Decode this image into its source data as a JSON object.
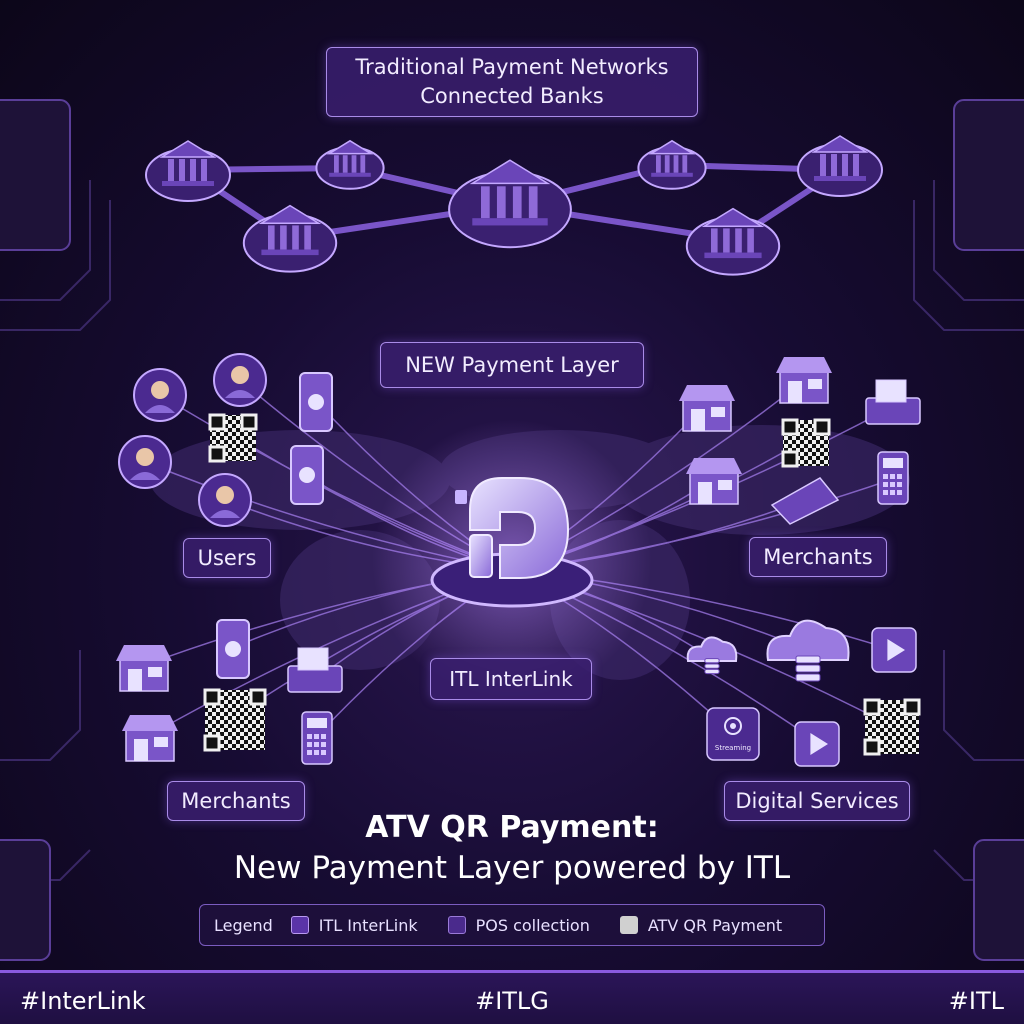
{
  "title": {
    "line1": "Traditional Payment Networks",
    "line2": "Connected Banks"
  },
  "labels": {
    "new_layer": "NEW Payment Layer",
    "users": "Users",
    "merchants_right": "Merchants",
    "hub": "ITL InterLink",
    "merchants_left": "Merchants",
    "digital_services": "Digital Services"
  },
  "icons": {
    "streaming_text": "Streaming"
  },
  "headline": {
    "main": "ATV QR Payment:",
    "sub": "New Payment Layer powered by ITL"
  },
  "legend": {
    "title": "Legend",
    "items": [
      "ITL InterLink",
      "POS collection",
      "ATV QR Payment"
    ]
  },
  "footer": {
    "left": "#InterLink",
    "center": "#ITLG",
    "right": "#ITL"
  },
  "colors": {
    "accent": "#8a5ae0",
    "node_fill": "#6a45b8",
    "node_stroke": "#c4a8ff",
    "background": "#170c33"
  }
}
